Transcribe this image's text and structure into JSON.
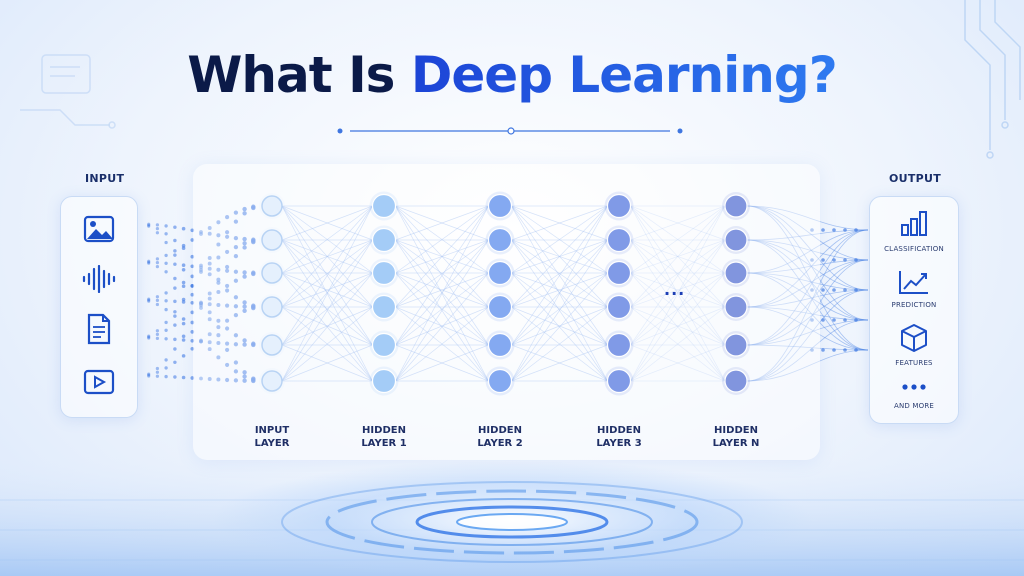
{
  "title": {
    "part1": "What Is",
    "part2": "Deep Learning?"
  },
  "input": {
    "heading": "INPUT",
    "icons": [
      "image-icon",
      "audio-waveform-icon",
      "document-icon",
      "video-icon"
    ]
  },
  "output": {
    "heading": "OUTPUT",
    "items": [
      {
        "label": "CLASSIFICATION",
        "icon": "bar-chart-icon"
      },
      {
        "label": "PREDICTION",
        "icon": "line-chart-icon"
      },
      {
        "label": "FEATURES",
        "icon": "cube-icon"
      },
      {
        "label": "AND MORE",
        "icon": "more-dots-icon"
      }
    ]
  },
  "layers": [
    {
      "line1": "INPUT",
      "line2": "LAYER",
      "nodes": 6,
      "color": "#cfe3fb"
    },
    {
      "line1": "HIDDEN",
      "line2": "LAYER 1",
      "nodes": 6,
      "color": "#5aa2f0"
    },
    {
      "line1": "HIDDEN",
      "line2": "LAYER 2",
      "nodes": 6,
      "color": "#1f63e6"
    },
    {
      "line1": "HIDDEN",
      "line2": "LAYER 3",
      "nodes": 6,
      "color": "#1848d4"
    },
    {
      "line1": "HIDDEN",
      "line2": "LAYER N",
      "nodes": 6,
      "color": "#1a3fc4"
    }
  ],
  "ellipsis": "...",
  "colors": {
    "title_dark": "#0b1a48",
    "title_accent": "#1c44d6",
    "edge": "#5b8fe6"
  }
}
